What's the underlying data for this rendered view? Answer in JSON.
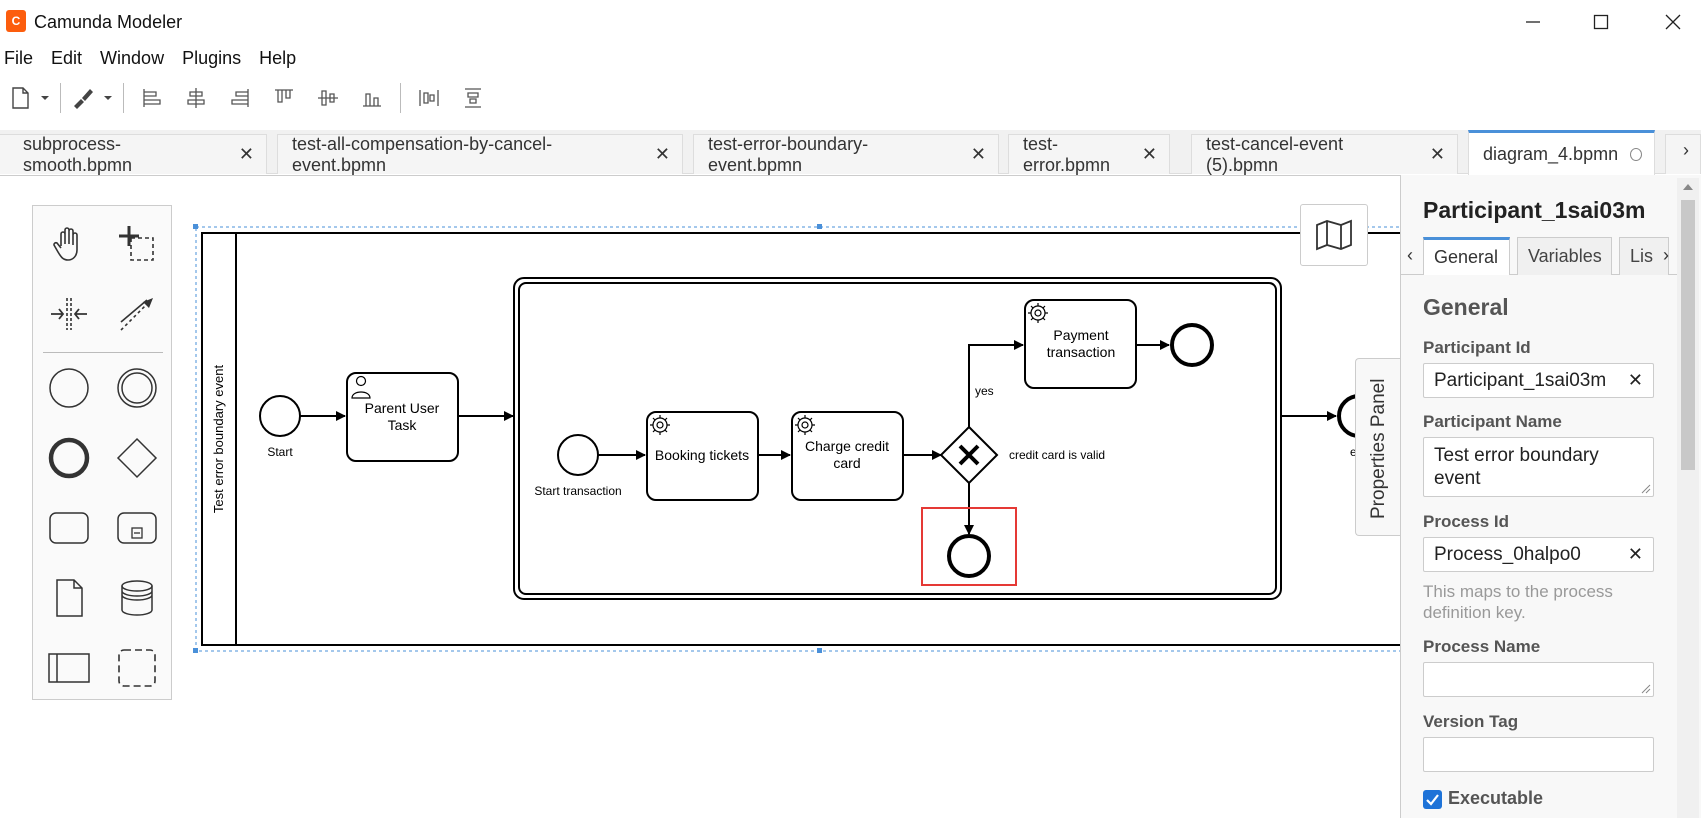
{
  "window": {
    "title": "Camunda Modeler",
    "logo_char": "C"
  },
  "menu": [
    "File",
    "Edit",
    "Window",
    "Plugins",
    "Help"
  ],
  "tabs": [
    {
      "label": "subprocess-smooth.bpmn"
    },
    {
      "label": "test-all-compensation-by-cancel-event.bpmn"
    },
    {
      "label": "test-error-boundary-event.bpmn"
    },
    {
      "label": "test-error.bpmn"
    },
    {
      "label": "test-cancel-event (5).bpmn"
    },
    {
      "label": "diagram_4.bpmn",
      "active": true
    }
  ],
  "diagram": {
    "pool_label": "Test error boundary event",
    "start_label": "Start",
    "parent_user_task": [
      "Parent User",
      "Task"
    ],
    "start_transaction_label": "Start transaction",
    "booking_tickets": "Booking tickets",
    "charge_credit_card": [
      "Charge credit",
      "card"
    ],
    "payment_transaction": [
      "Payment",
      "transaction"
    ],
    "gateway_yes": "yes",
    "gateway_condition": "credit card is valid",
    "end_partial_label": "e"
  },
  "properties_panel": {
    "toggle_label": "Properties Panel",
    "title": "Participant_1sai03m",
    "tabs": [
      "General",
      "Variables",
      "Lis"
    ],
    "section": "General",
    "participant_id_label": "Participant Id",
    "participant_id_value": "Participant_1sai03m",
    "participant_name_label": "Participant Name",
    "participant_name_value": "Test error boundary event",
    "process_id_label": "Process Id",
    "process_id_value": "Process_0halpo0",
    "process_id_hint": "This maps to the process definition key.",
    "process_name_label": "Process Name",
    "process_name_value": "",
    "version_tag_label": "Version Tag",
    "version_tag_value": "",
    "executable_label": "Executable",
    "executable_checked": true
  }
}
